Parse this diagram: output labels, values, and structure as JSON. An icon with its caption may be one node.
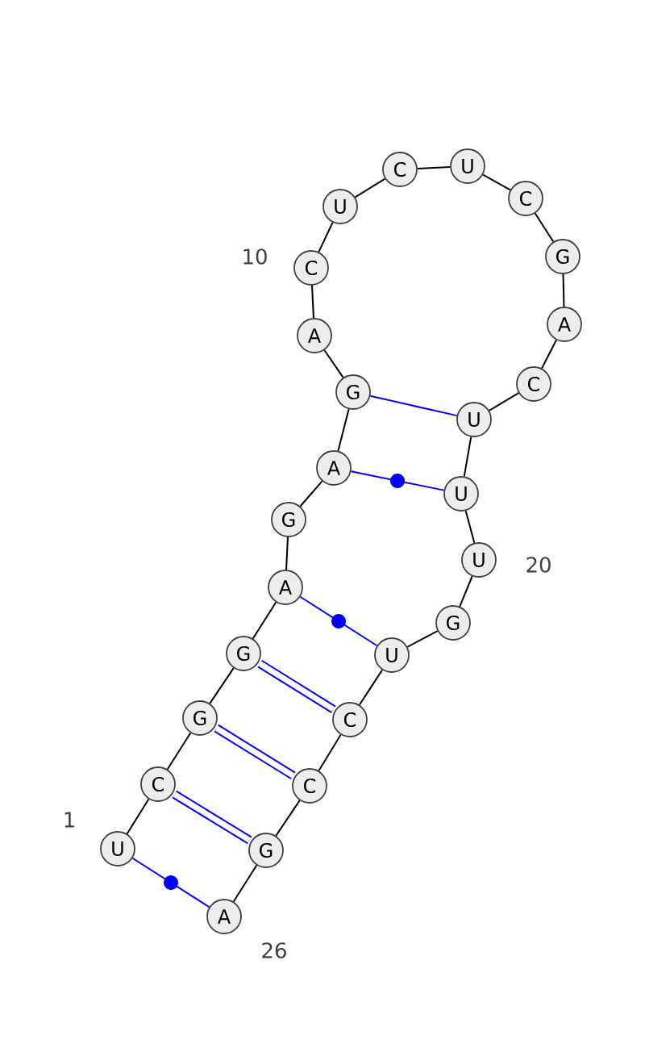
{
  "diagram": {
    "nodes": [
      {
        "text": [
          "U"
        ],
        "beside": [
          "1"
        ]
      },
      {
        "text": [
          "C"
        ]
      },
      {
        "text": [
          "G"
        ]
      },
      {
        "text": [
          "G"
        ]
      },
      {
        "text": [
          "A"
        ]
      },
      {
        "text": [
          "G"
        ]
      },
      {
        "text": [
          "A"
        ]
      },
      {
        "text": [
          "G"
        ]
      },
      {
        "text": [
          "A"
        ]
      },
      {
        "text": [
          "C"
        ],
        "beside": [
          "10"
        ]
      },
      {
        "text": [
          "U"
        ]
      },
      {
        "text": [
          "C"
        ]
      },
      {
        "text": [
          "U"
        ]
      },
      {
        "text": [
          "C"
        ]
      },
      {
        "text": [
          "G"
        ]
      },
      {
        "text": [
          "A"
        ]
      },
      {
        "text": [
          "C"
        ]
      },
      {
        "text": [
          "U"
        ]
      },
      {
        "text": [
          "U"
        ]
      },
      {
        "text": [
          "U"
        ],
        "beside": [
          "20"
        ]
      },
      {
        "text": [
          "G"
        ]
      },
      {
        "text": [
          "U"
        ]
      },
      {
        "text": [
          "C"
        ]
      },
      {
        "text": [
          "C"
        ]
      },
      {
        "text": [
          "G"
        ]
      },
      {
        "text": [
          "A"
        ],
        "beside": [
          "26"
        ]
      }
    ],
    "edges": [
      {
        "from": 0,
        "to": 1,
        "arrow": "none"
      },
      {
        "from": 1,
        "to": 2,
        "arrow": "none"
      },
      {
        "from": 2,
        "to": 3,
        "arrow": "none"
      },
      {
        "from": 3,
        "to": 4,
        "arrow": "none"
      },
      {
        "from": 4,
        "to": 5,
        "arrow": "none"
      },
      {
        "from": 5,
        "to": 6,
        "arrow": "none"
      },
      {
        "from": 6,
        "to": 7,
        "arrow": "none"
      },
      {
        "from": 7,
        "to": 8,
        "arrow": "none"
      },
      {
        "from": 8,
        "to": 9,
        "arrow": "none"
      },
      {
        "from": 9,
        "to": 10,
        "arrow": "none"
      },
      {
        "from": 10,
        "to": 11,
        "arrow": "none"
      },
      {
        "from": 11,
        "to": 12,
        "arrow": "none"
      },
      {
        "from": 12,
        "to": 13,
        "arrow": "none"
      },
      {
        "from": 13,
        "to": 14,
        "arrow": "none"
      },
      {
        "from": 14,
        "to": 15,
        "arrow": "none"
      },
      {
        "from": 15,
        "to": 16,
        "arrow": "none"
      },
      {
        "from": 16,
        "to": 17,
        "arrow": "none"
      },
      {
        "from": 17,
        "to": 18,
        "arrow": "none"
      },
      {
        "from": 18,
        "to": 19,
        "arrow": "none"
      },
      {
        "from": 19,
        "to": 20,
        "arrow": "none"
      },
      {
        "from": 20,
        "to": 21,
        "arrow": "none"
      },
      {
        "from": 21,
        "to": 22,
        "arrow": "none"
      },
      {
        "from": 22,
        "to": 23,
        "arrow": "none"
      },
      {
        "from": 23,
        "to": 24,
        "arrow": "none"
      },
      {
        "from": 24,
        "to": 25,
        "arrow": "none"
      },
      {
        "from": 0,
        "to": 25,
        "arrow": "none",
        "color": "#0000ff"
      },
      {
        "from": 1,
        "to": 24,
        "arrow": "none",
        "style": "thick",
        "color": "#0000ff"
      },
      {
        "from": 2,
        "to": 23,
        "arrow": "none",
        "style": "thick",
        "color": "#0000ff"
      },
      {
        "from": 3,
        "to": 22,
        "arrow": "none",
        "style": "thick",
        "color": "#0000ff"
      },
      {
        "from": 4,
        "to": 21,
        "arrow": "none",
        "color": "#0000ff"
      },
      {
        "from": 6,
        "to": 18,
        "arrow": "none",
        "color": "#0000ff"
      },
      {
        "from": 7,
        "to": 17,
        "arrow": "none",
        "color": "#0000ff"
      }
    ]
  }
}
